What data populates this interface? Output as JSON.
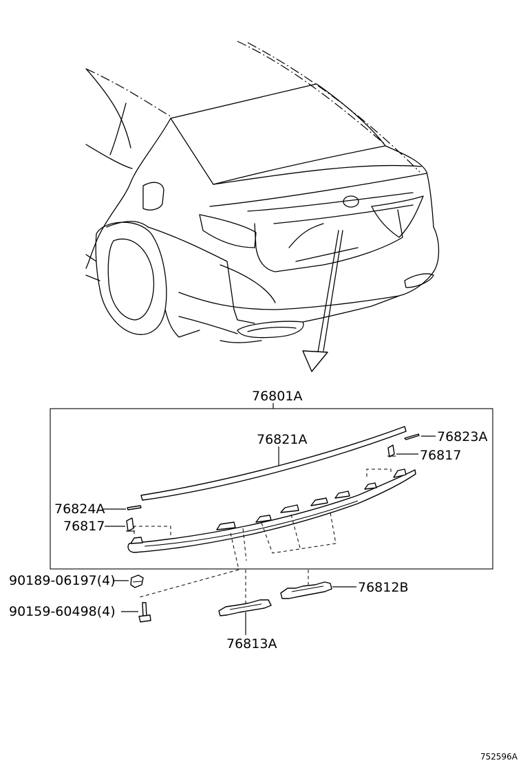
{
  "labels": {
    "assembly": "76801A",
    "molding": "76821A",
    "clip_right": "76823A",
    "nut_right": "76817",
    "clip_left": "76824A",
    "nut_left": "76817",
    "clip_90189": "90189-06197(4)",
    "screw_90159": "90159-60498(4)",
    "bracket_76812": "76812B",
    "bracket_76813": "76813A"
  },
  "illustration_number": "752596A"
}
